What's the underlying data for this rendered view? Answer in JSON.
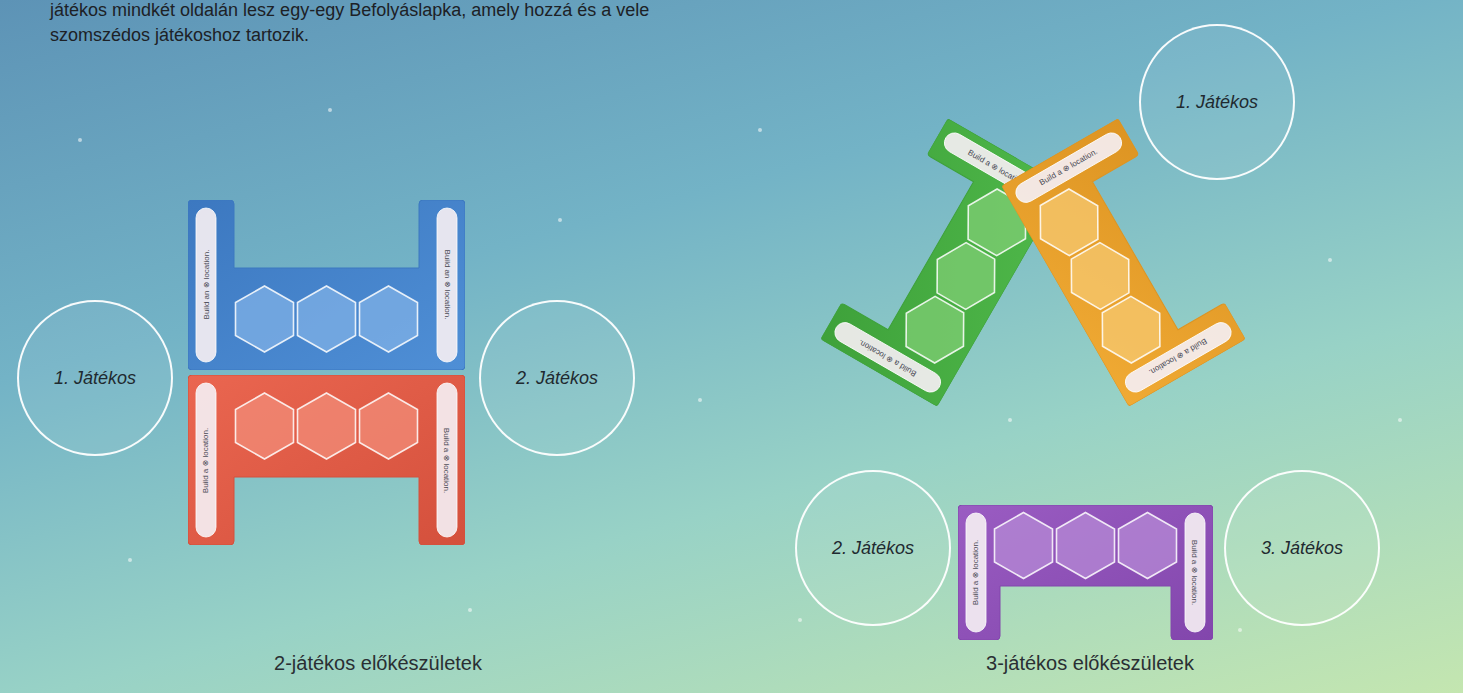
{
  "diagram": {
    "nodes": [
      {
        "text": [
          "Build an ⊗ location.",
          "Build an ⊗ location."
        ]
      },
      {
        "text": [
          "1. Játékos"
        ]
      },
      {
        "text": [
          "2. Játékos"
        ]
      },
      {
        "text": [
          "Build a ⊗ location.",
          "Build a ⊗ location."
        ]
      },
      {
        "text": [
          "1. Játékos"
        ]
      },
      {
        "text": [
          "Build a ⊗ location.",
          "Build a ⊗ location."
        ]
      },
      {
        "text": [
          "Build a ⊗ location.",
          "Build a ⊗ location."
        ]
      },
      {
        "text": [
          "2. Játékos"
        ]
      },
      {
        "text": [
          "Build a ⊗ location.",
          "Build a ⊗ location."
        ]
      },
      {
        "text": [
          "3. Játékos"
        ]
      }
    ],
    "labels": [
      "játékos mindkét oldalán lesz egy-egy Befolyáslapka, amely hozzá és a vele szomszédos játékoshoz tartozik.",
      "2-játékos előkészületek",
      "3-játékos előkészületek"
    ]
  }
}
